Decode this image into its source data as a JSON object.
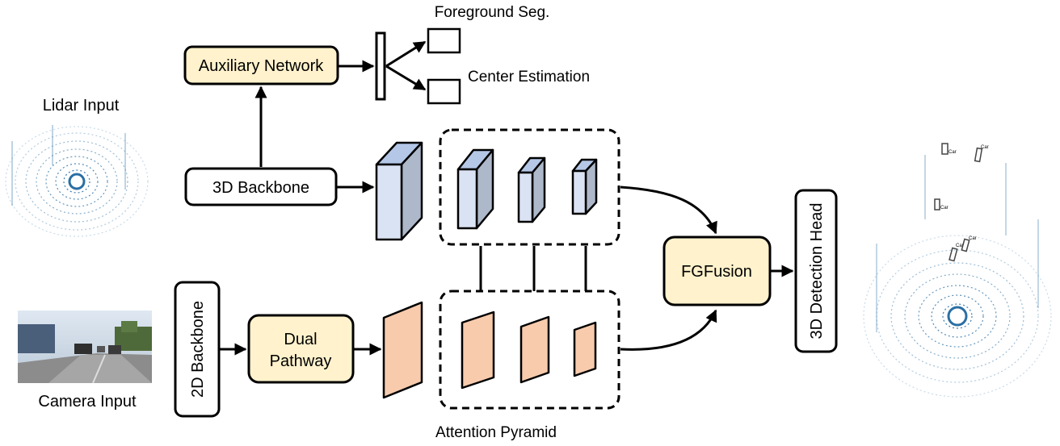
{
  "colors": {
    "highlight_fill": "#fff2cc",
    "pointcloud": "#2a6fa4",
    "cube_front": "#dae3f3",
    "cube_side": "#adb9ca",
    "cube_top": "#b4c7e7",
    "img_feature": "#f8cbad",
    "stroke": "#000000"
  },
  "inputs": {
    "lidar_label": "Lidar Input",
    "camera_label": "Camera Input"
  },
  "lidar_branch": {
    "backbone": "3D Backbone",
    "auxiliary": "Auxiliary Network",
    "outputs": [
      "Foreground Seg.",
      "Center Estimation"
    ]
  },
  "camera_branch": {
    "backbone": "2D Backbone",
    "dual_pathway": [
      "Dual",
      "Pathway"
    ]
  },
  "attention_pyramid_label": "Attention Pyramid",
  "fusion": "FGFusion",
  "head": "3D Detection Head",
  "detections": [
    "Car",
    "Car",
    "Car",
    "Car",
    "Car"
  ]
}
